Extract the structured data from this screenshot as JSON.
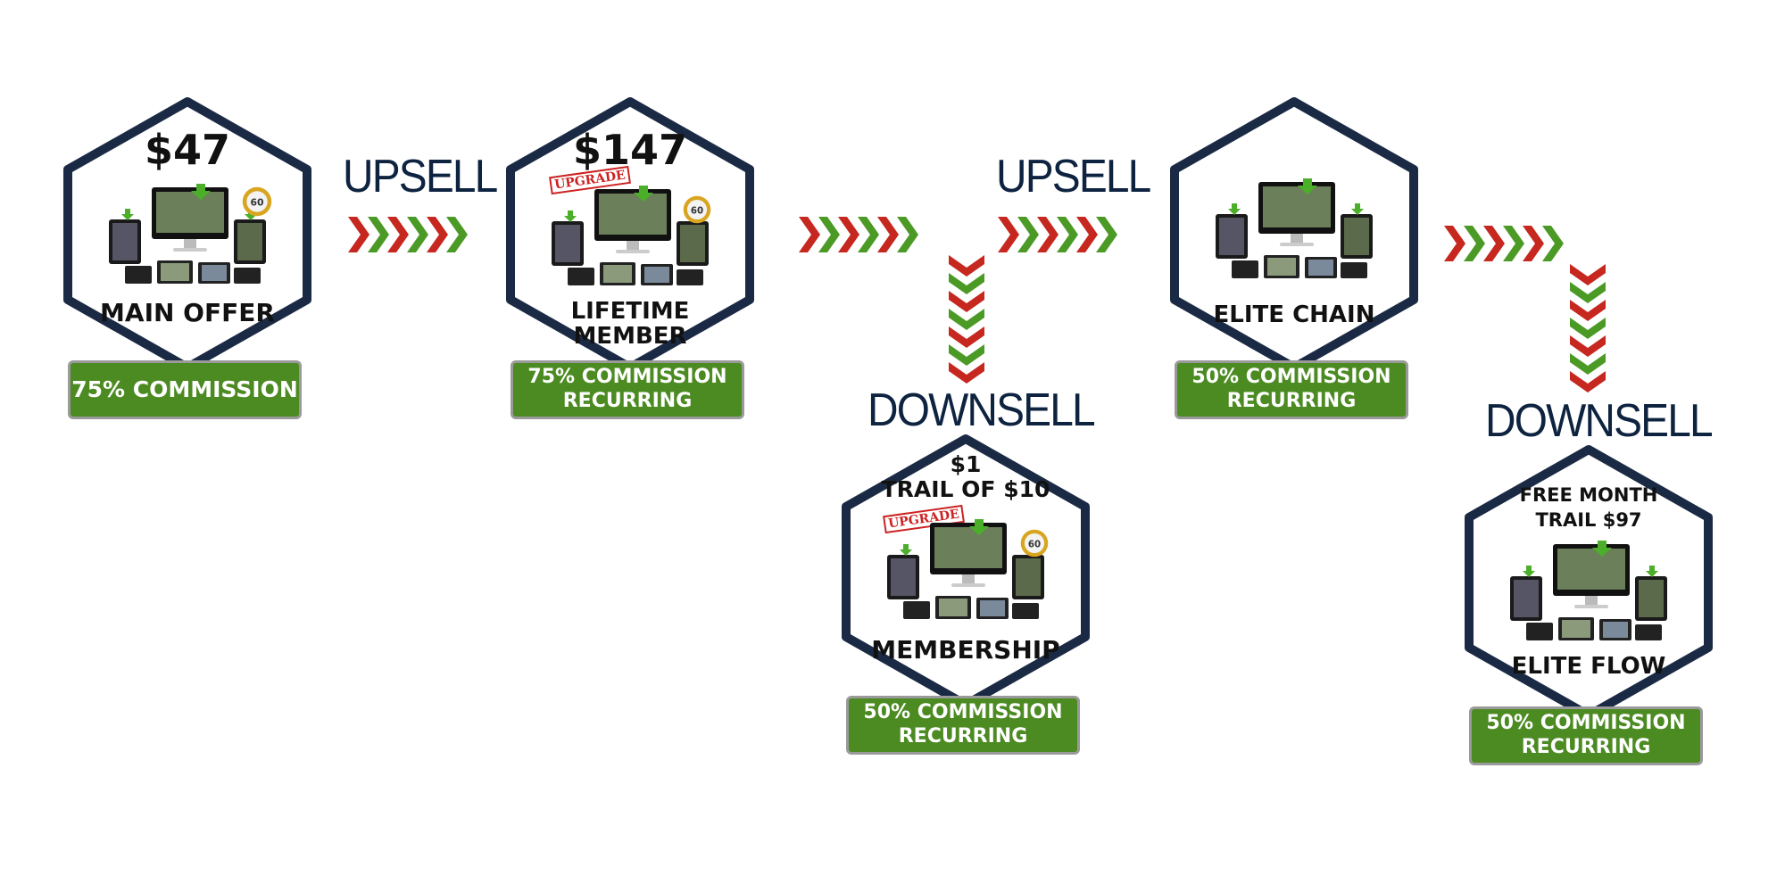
{
  "nodes": {
    "main_offer": {
      "price": "$47",
      "name": "MAIN OFFER",
      "commission": "75% COMMISSION"
    },
    "lifetime_member": {
      "price": "$147",
      "name_line1": "LIFETIME",
      "name_line2": "MEMBER",
      "stamp": "UPGRADE",
      "commission_line1": "75% COMMISSION",
      "commission_line2": "RECURRING"
    },
    "membership": {
      "price_line1": "$1",
      "price_line2": "TRAIL OF $10",
      "stamp": "UPGRADE",
      "name": "MEMBERSHIP",
      "commission_line1": "50% COMMISSION",
      "commission_line2": "RECURRING"
    },
    "elite_chain": {
      "name": "ELITE CHAIN",
      "commission_line1": "50% COMMISSION",
      "commission_line2": "RECURRING"
    },
    "elite_flow": {
      "price_line1": "FREE MONTH",
      "price_line2": "TRAIL $97",
      "name": "ELITE FLOW",
      "commission_line1": "50% COMMISSION",
      "commission_line2": "RECURRING"
    }
  },
  "connectors": {
    "upsell_1": "UPSELL",
    "upsell_2": "UPSELL",
    "downsell_1": "DOWNSELL",
    "downsell_2": "DOWNSELL"
  },
  "colors": {
    "hex_border": "#1b2a44",
    "commission_green": "#4c8a22",
    "chevron_green": "#4c9a26",
    "chevron_red": "#c6271f",
    "label_navy": "#0e2340"
  }
}
